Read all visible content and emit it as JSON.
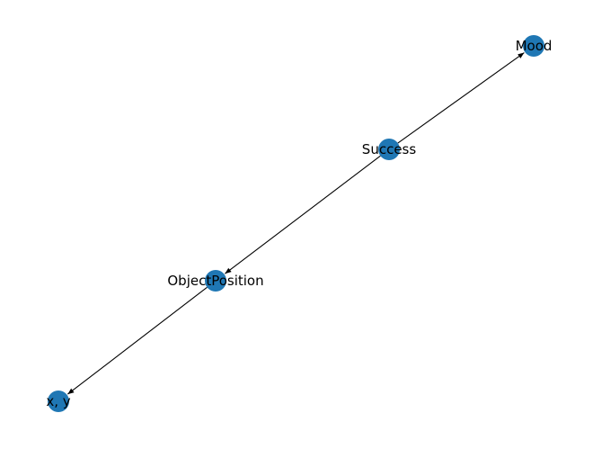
{
  "graph": {
    "directed": true,
    "node_color": "#1f77b4",
    "edge_color": "#000000",
    "nodes": [
      {
        "id": "mood",
        "label": "Mood"
      },
      {
        "id": "success",
        "label": "Success"
      },
      {
        "id": "object_position",
        "label": "ObjectPosition"
      },
      {
        "id": "xy",
        "label": "x, y"
      }
    ],
    "edges": [
      {
        "source": "success",
        "target": "mood"
      },
      {
        "source": "success",
        "target": "object_position"
      },
      {
        "source": "object_position",
        "target": "xy"
      }
    ]
  }
}
